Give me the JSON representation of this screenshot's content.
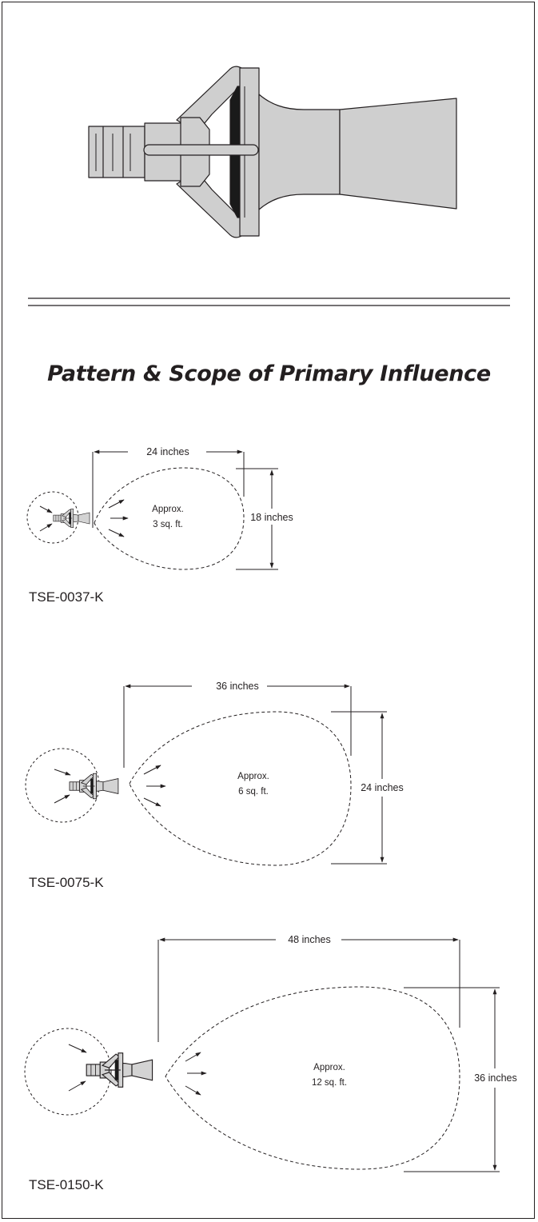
{
  "title": "Pattern & Scope of Primary Influence",
  "colors": {
    "line": "#231f20",
    "fill": "#cfcfcf",
    "dark": "#1a1a1a"
  },
  "patterns": [
    {
      "model": "TSE-0037-K",
      "length_label": "24 inches",
      "width_label": "18 inches",
      "area_line1": "Approx.",
      "area_line2": "3 sq. ft.",
      "length_in": 24,
      "width_in": 18,
      "area_sqft": 3
    },
    {
      "model": "TSE-0075-K",
      "length_label": "36 inches",
      "width_label": "24 inches",
      "area_line1": "Approx.",
      "area_line2": "6 sq. ft.",
      "length_in": 36,
      "width_in": 24,
      "area_sqft": 6
    },
    {
      "model": "TSE-0150-K",
      "length_label": "48 inches",
      "width_label": "36 inches",
      "area_line1": "Approx.",
      "area_line2": "12 sq. ft.",
      "length_in": 48,
      "width_in": 36,
      "area_sqft": 12
    }
  ]
}
